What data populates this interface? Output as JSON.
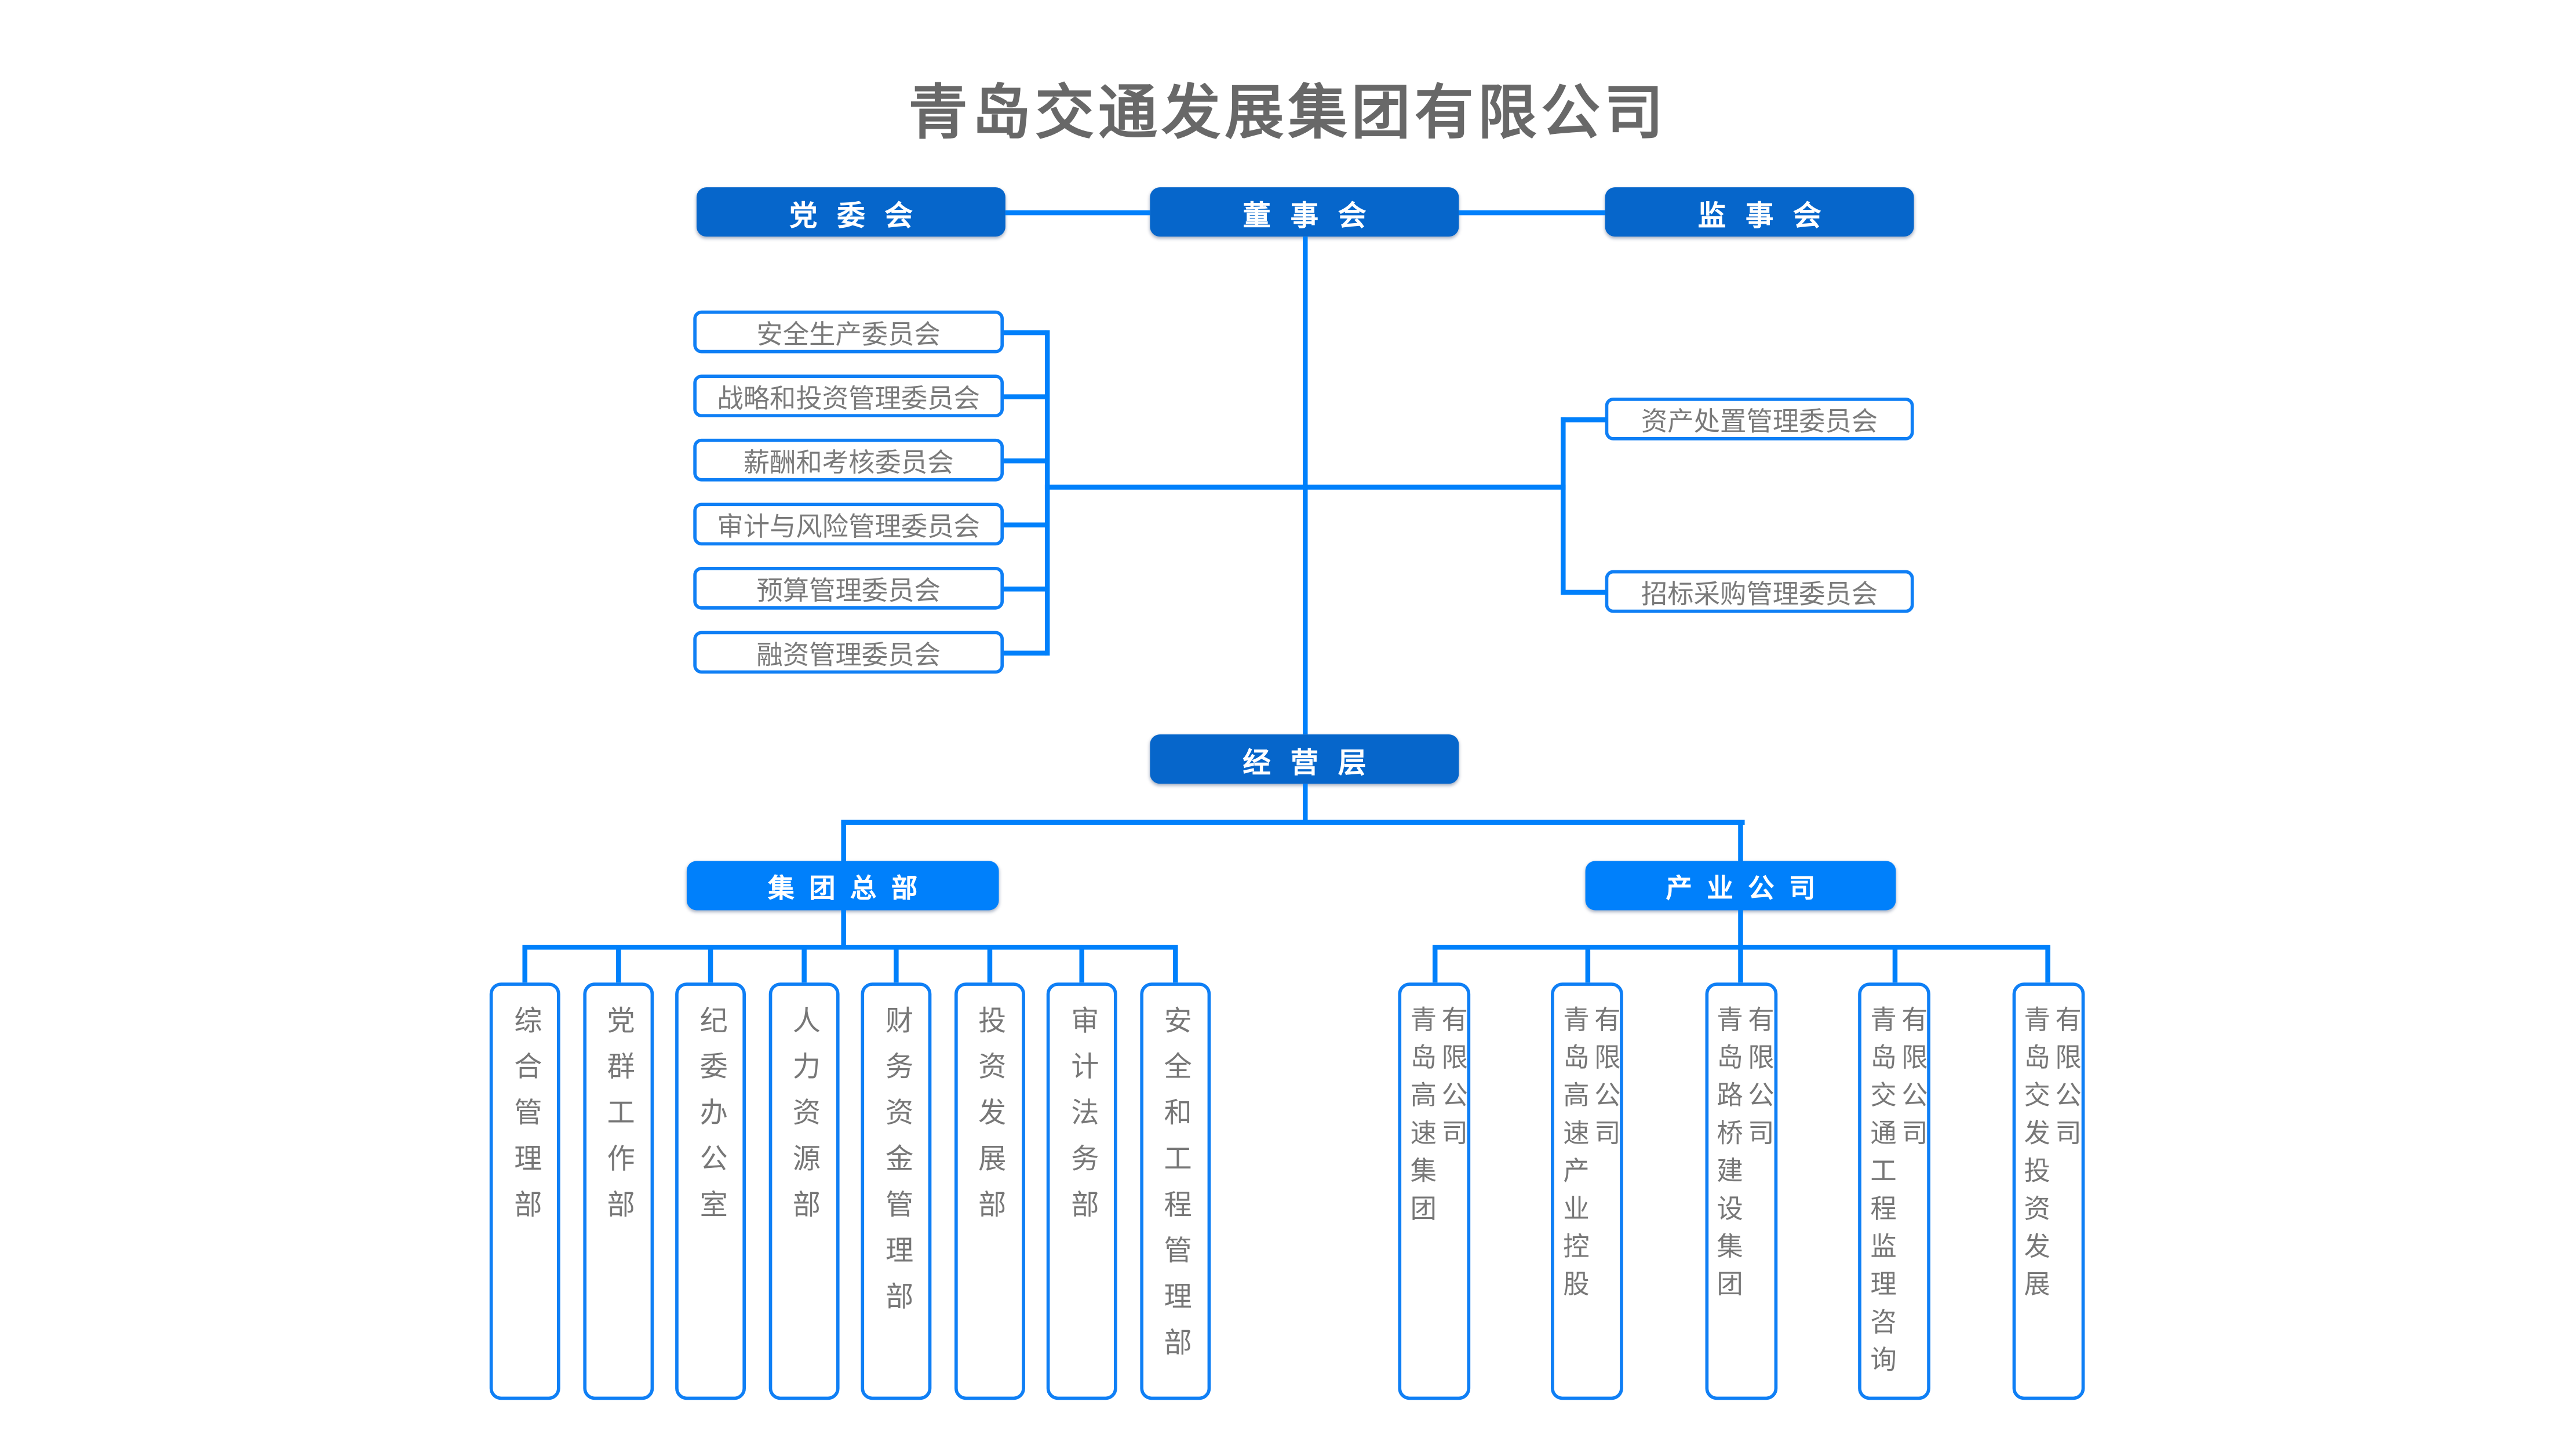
{
  "title": "青岛交通发展集团有限公司",
  "top_row": [
    "党委会",
    "董事会",
    "监事会"
  ],
  "left_committees": [
    "安全生产委员会",
    "战略和投资管理委员会",
    "薪酬和考核委员会",
    "审计与风险管理委员会",
    "预算管理委员会",
    "融资管理委员会"
  ],
  "right_committees": [
    "资产处置管理委员会",
    "招标采购管理委员会"
  ],
  "management_label": "经营层",
  "hq_label": "集团总部",
  "industry_label": "产业公司",
  "hq_departments": [
    "综合管理部",
    "党群工作部",
    "纪委办公室",
    "人力资源部",
    "财务资金管理部",
    "投资发展部",
    "审计法务部",
    "安全和工程管理部"
  ],
  "industry_companies": [
    {
      "name": "青岛高速集团",
      "suffix": "有限公司"
    },
    {
      "name": "青岛高速产业控股",
      "suffix": "有限公司"
    },
    {
      "name": "青岛路桥建设集团",
      "suffix": "有限公司"
    },
    {
      "name": "青岛交通工程监理咨询",
      "suffix": "有限公司"
    },
    {
      "name": "青岛交发投资发展",
      "suffix": "有限公司"
    }
  ],
  "colors": {
    "solid_blue": "#0666cb",
    "bright_blue": "#0080fb",
    "line_blue": "#0080fb",
    "title_gray": "#686868",
    "text_gray": "#777777"
  }
}
